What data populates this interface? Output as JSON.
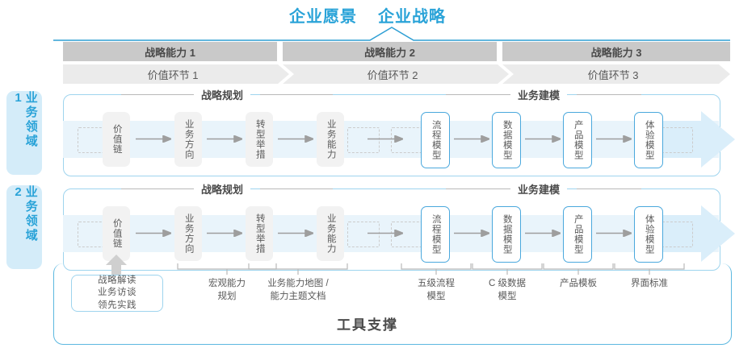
{
  "header": {
    "vision": "企业愿景",
    "strategy": "企业战略"
  },
  "capabilities": [
    {
      "label": "战略能力 1"
    },
    {
      "label": "战略能力 2"
    },
    {
      "label": "战略能力 3"
    }
  ],
  "value_chain": [
    {
      "label": "价值环节 1"
    },
    {
      "label": "价值环节 2"
    },
    {
      "label": "价值环节 3"
    }
  ],
  "domains": [
    {
      "label": "业务领域 1"
    },
    {
      "label": "业务领域 2"
    }
  ],
  "sections": {
    "planning": "战略规划",
    "modeling": "业务建模"
  },
  "nodes": [
    {
      "label": "价值链",
      "style": "gray"
    },
    {
      "label": "业务方向",
      "style": "gray"
    },
    {
      "label": "转型举措",
      "style": "gray"
    },
    {
      "label": "业务能力",
      "style": "gray"
    },
    {
      "label": "流程模型",
      "style": "blue"
    },
    {
      "label": "数据模型",
      "style": "blue"
    },
    {
      "label": "产品模型",
      "style": "blue"
    },
    {
      "label": "体验模型",
      "style": "blue"
    }
  ],
  "callout": {
    "line1": "战略解读",
    "line2": "业务访谈",
    "line3": "领先实践"
  },
  "bottom_labels": [
    {
      "line1": "宏观能力",
      "line2": "规划"
    },
    {
      "line1": "业务能力地图 /",
      "line2": "能力主题文档"
    },
    {
      "line1": "五级流程",
      "line2": "模型"
    },
    {
      "line1": "C 级数据",
      "line2": "模型"
    },
    {
      "line1": "产品模板",
      "line2": ""
    },
    {
      "line1": "界面标准",
      "line2": ""
    }
  ],
  "footer": {
    "tool_support": "工具支撑"
  },
  "colors": {
    "accent_blue": "#2aa3d8",
    "frame_blue": "#9ed4ee",
    "band_blue": "#e9f4fb",
    "tab_blue": "#d4ecf9",
    "cap_gray": "#c9c9c9",
    "val_gray": "#ebebeb",
    "node_gray": "#f2f2f2",
    "text_gray": "#595959"
  }
}
